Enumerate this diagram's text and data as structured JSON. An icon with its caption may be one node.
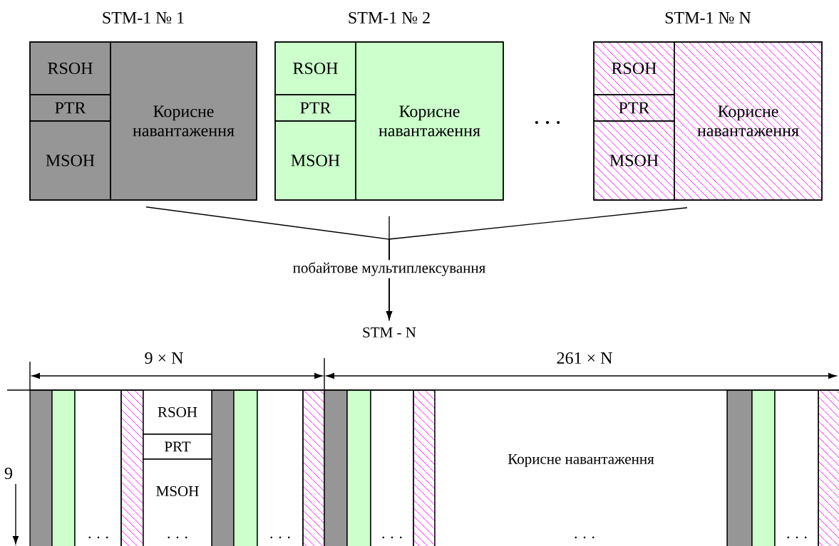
{
  "diagram": {
    "nodes": [
      {
        "text": [
          "STM-1 № 1"
        ]
      },
      {
        "text": [
          "RSOH"
        ],
        "in": 0
      },
      {
        "text": [
          "PTR"
        ],
        "in": 0
      },
      {
        "text": [
          "MSOH"
        ],
        "in": 0
      },
      {
        "text": [
          "Корисне навантаження"
        ],
        "in": 0
      },
      {
        "text": [
          "STM-1 № 2"
        ]
      },
      {
        "text": [
          "RSOH"
        ],
        "in": 5
      },
      {
        "text": [
          "PTR"
        ],
        "in": 5
      },
      {
        "text": [
          "MSOH"
        ],
        "in": 5
      },
      {
        "text": [
          "Корисне навантаження"
        ],
        "in": 5
      },
      {
        "text": [
          "STM-1 № N"
        ]
      },
      {
        "text": [
          "RSOH"
        ],
        "in": 10
      },
      {
        "text": [
          "PTR"
        ],
        "in": 10
      },
      {
        "text": [
          "MSOH"
        ],
        "in": 10
      },
      {
        "text": [
          "Корисне навантаження"
        ],
        "in": 10
      },
      {
        "text": [
          "STM - N"
        ]
      },
      {
        "text": [
          "RSOH"
        ]
      },
      {
        "text": [
          "PRT"
        ]
      },
      {
        "text": [
          "MSOH",
          ". . ."
        ]
      },
      {
        "text": [
          "Корисне навантаження",
          ". . ."
        ]
      }
    ],
    "edges": [
      {
        "from": 0,
        "to": 15,
        "arrow": "to"
      },
      {
        "from": 5,
        "to": 15,
        "arrow": "to",
        "label": "побайтове мультиплексування"
      },
      {
        "from": 10,
        "to": 15,
        "arrow": "to"
      }
    ],
    "labels": [
      ". . .",
      "9 × N",
      "261 × N",
      "9",
      ". . .",
      ". . .",
      ". . .",
      ". . ."
    ]
  }
}
